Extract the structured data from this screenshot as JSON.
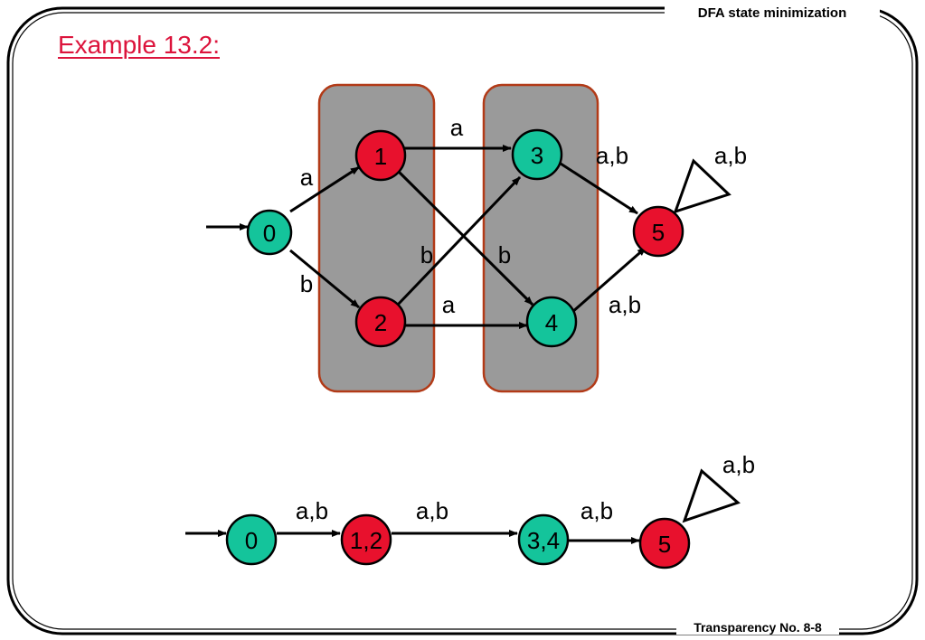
{
  "header": {
    "title": "DFA state minimization"
  },
  "footer": {
    "label": "Transparency No. 8-8"
  },
  "example": {
    "title": "Example 13.2:"
  },
  "colors": {
    "accept": "#e8112d",
    "nonaccept": "#14c49b",
    "group_fill": "#9a9a9a",
    "group_stroke": "#b23a17",
    "title": "#dc143c"
  },
  "dfa_original": {
    "states": [
      {
        "label": "0",
        "kind": "nonaccept"
      },
      {
        "label": "1",
        "kind": "accept"
      },
      {
        "label": "2",
        "kind": "accept"
      },
      {
        "label": "3",
        "kind": "nonaccept"
      },
      {
        "label": "4",
        "kind": "nonaccept"
      },
      {
        "label": "5",
        "kind": "accept"
      }
    ],
    "edge_labels": {
      "e01": "a",
      "e02": "b",
      "e13": "a",
      "e14": "b",
      "e23": "b",
      "e24": "a",
      "e35": "a,b",
      "e45": "a,b",
      "e55": "a,b"
    }
  },
  "dfa_minimized": {
    "states": [
      {
        "label": "0",
        "kind": "nonaccept"
      },
      {
        "label": "1,2",
        "kind": "accept"
      },
      {
        "label": "3,4",
        "kind": "nonaccept"
      },
      {
        "label": "5",
        "kind": "accept"
      }
    ],
    "edge_labels": {
      "e0_12": "a,b",
      "e12_34": "a,b",
      "e34_5": "a,b",
      "e55": "a,b"
    }
  }
}
